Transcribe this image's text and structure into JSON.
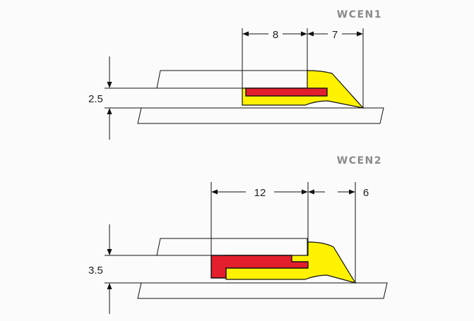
{
  "diagrams": [
    {
      "title": "WCEN1",
      "dim_top_left": "8",
      "dim_top_right": "7",
      "dim_side": "2.5"
    },
    {
      "title": "WCEN2",
      "dim_top_left": "12",
      "dim_top_right": "6",
      "dim_side": "3.5"
    }
  ],
  "colors": {
    "seal_body": "#fff200",
    "seal_core": "#e31e2d",
    "title_gray": "#8a8a8a"
  }
}
